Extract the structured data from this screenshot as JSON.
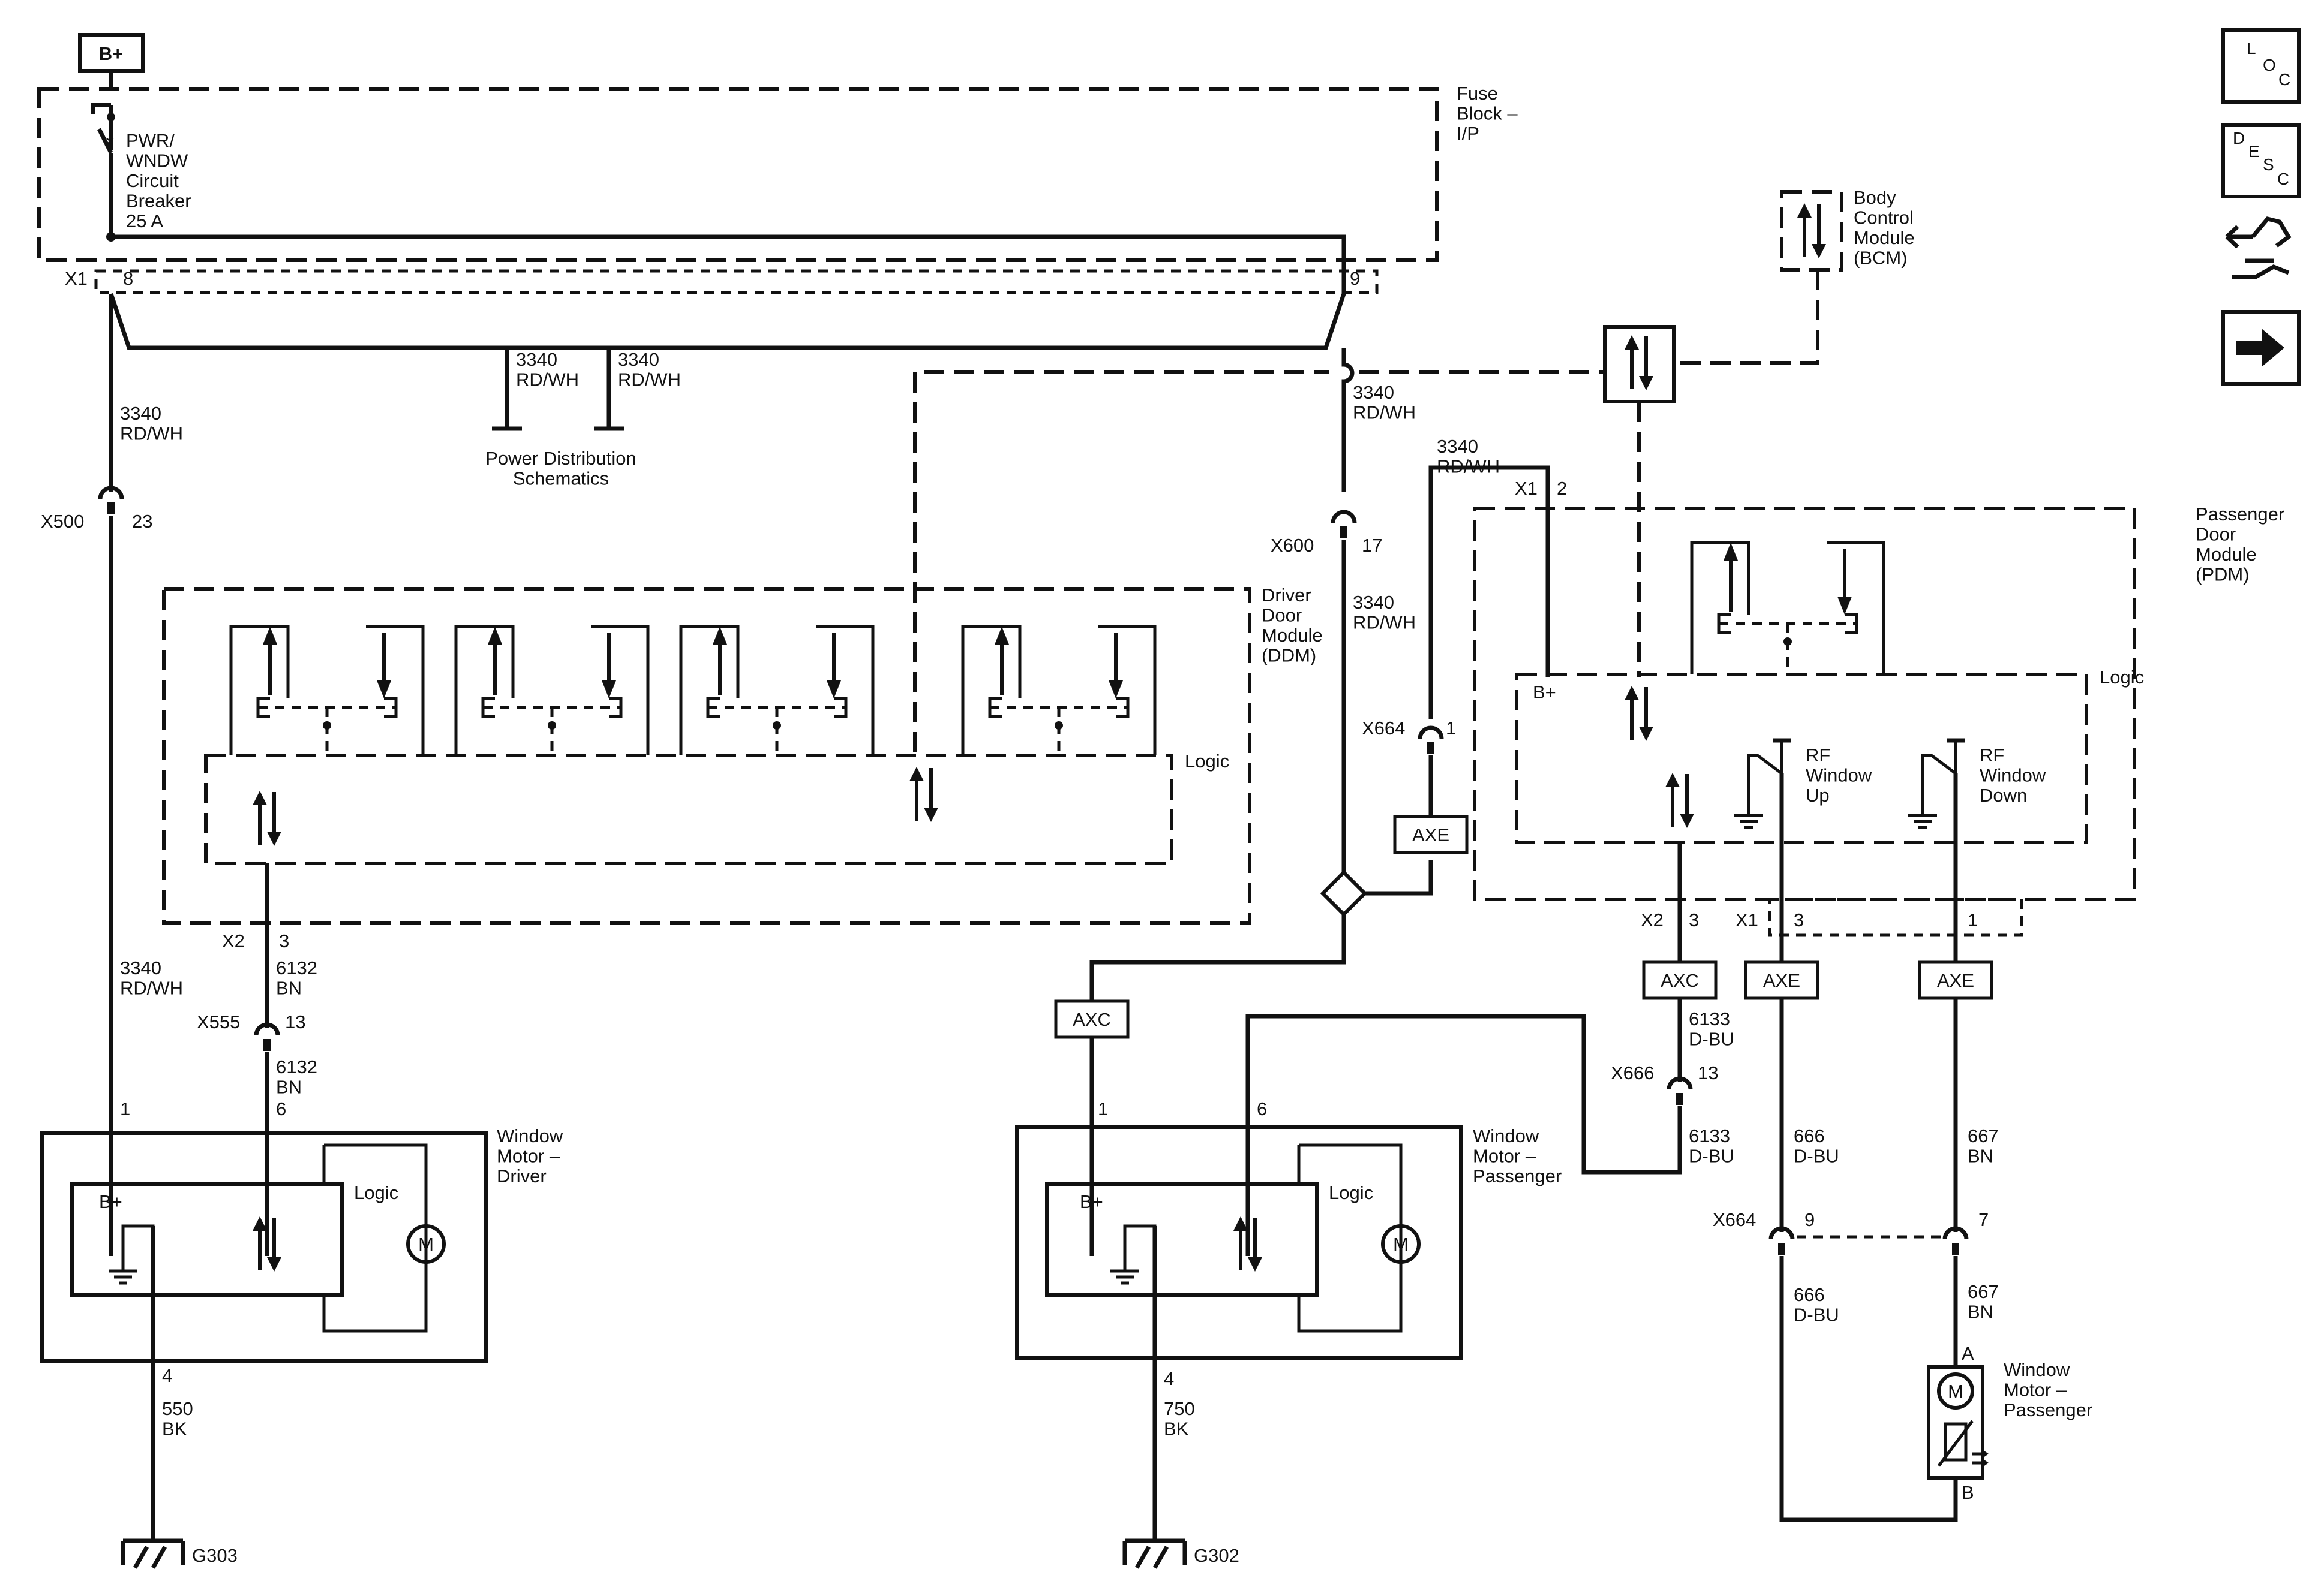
{
  "power": {
    "label": "B+"
  },
  "fuse_block": {
    "name": "Fuse\nBlock –\nI/P",
    "breaker": "PWR/\nWNDW\nCircuit\nBreaker\n25 A",
    "x1": "X1",
    "pin8": "8",
    "pin9": "9"
  },
  "wires": {
    "w3340a": "3340\nRD/WH",
    "w3340b": "3340\nRD/WH",
    "w3340c": "3340\nRD/WH",
    "w3340d": "3340\nRD/WH",
    "w3340e": "3340\nRD/WH",
    "w3340f": "3340\nRD/WH",
    "w3340g": "3340\nRD/WH",
    "w6132a": "6132\nBN",
    "w6132b": "6132\nBN",
    "w6133a": "6133\nD-BU",
    "w6133b": "6133\nD-BU",
    "w666a": "666\nD-BU",
    "w666b": "666\nD-BU",
    "w667a": "667\nBN",
    "w667b": "667\nBN",
    "w550": "550\nBK",
    "w750": "750\nBK"
  },
  "power_distribution": "Power Distribution\nSchematics",
  "connectors": {
    "x500": "X500",
    "x500_pin": "23",
    "x600": "X600",
    "x600_pin": "17",
    "x664a": "X664",
    "x664a_pin": "1",
    "x555": "X555",
    "x555_pin": "13",
    "x666": "X666",
    "x666_pin": "13",
    "x664b": "X664",
    "x664b_pin9": "9",
    "x664b_pin7": "7",
    "ddm_x2": "X2",
    "ddm_x2_pin": "3",
    "pdm_x1": "X1",
    "pdm_x1_pin": "2",
    "pdm_x2": "X2",
    "pdm_x2_pin": "3",
    "pdm_x1b": "X1",
    "pdm_x1b_pin3": "3",
    "pdm_x1b_pin1": "1"
  },
  "bcm": {
    "name": "Body\nControl\nModule\n(BCM)"
  },
  "ddm": {
    "name": "Driver\nDoor\nModule\n(DDM)",
    "logic": "Logic"
  },
  "pdm": {
    "name": "Passenger\nDoor\nModule\n(PDM)",
    "logic": "Logic",
    "bplus": "B+",
    "sw_up": "RF\nWindow\nUp",
    "sw_down": "RF\nWindow\nDown"
  },
  "tags": {
    "axe1": "AXE",
    "axc1": "AXC",
    "axc2": "AXC",
    "axe2": "AXE",
    "axe3": "AXE"
  },
  "motor_driver": {
    "name": "Window\nMotor –\nDriver",
    "bplus": "B+",
    "logic": "Logic",
    "m": "M",
    "pin1": "1",
    "pin6": "6",
    "pin4": "4"
  },
  "motor_pass": {
    "name": "Window\nMotor –\nPassenger",
    "bplus": "B+",
    "logic": "Logic",
    "m": "M",
    "pin1": "1",
    "pin6": "6",
    "pin4": "4"
  },
  "motor_rear": {
    "name": "Window\nMotor –\nPassenger",
    "m": "M",
    "pinA": "A",
    "pinB": "B"
  },
  "grounds": {
    "g303": "G303",
    "g302": "G302"
  },
  "sidebar": {
    "loc_l": "L",
    "loc_o": "O",
    "loc_c": "C",
    "desc_d": "D",
    "desc_e": "E",
    "desc_s": "S",
    "desc_c": "C"
  }
}
